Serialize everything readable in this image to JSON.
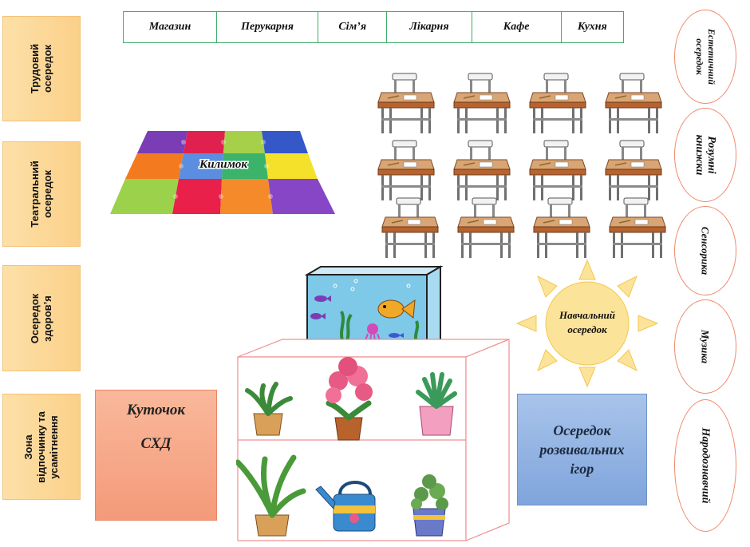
{
  "tabs": [
    "Магазин",
    "Перукарня",
    "Сім’я",
    "Лікарня",
    "Кафе",
    "Кухня"
  ],
  "zones": [
    {
      "line1": "Трудовий",
      "line2": "осередок"
    },
    {
      "line1": "Театральний",
      "line2": "осередок"
    },
    {
      "line1": "Осередок",
      "line2": "здоров’я"
    },
    {
      "line1": "Зона",
      "line2": "відпочинку та",
      "line3": "усамітнення"
    }
  ],
  "ovals": [
    {
      "line1": "Естетичний",
      "line2": "осередок"
    },
    {
      "line1": "Розумні",
      "line2": "книжки"
    },
    {
      "line1": "Сенсорика"
    },
    {
      "line1": "Музика"
    },
    {
      "line1": "Народознавчий"
    }
  ],
  "carpet_label": "Килимок",
  "sun_label": {
    "line1": "Навчальний",
    "line2": "осередок"
  },
  "sxd_box": {
    "line1": "Куточок",
    "line2": "СХД"
  },
  "games_box": {
    "line1": "Осередок",
    "line2": "розвивальних",
    "line3": "ігор"
  },
  "colors": {
    "zone_fill": "#fcd596",
    "tab_border": "#3fae6a",
    "oval_border": "#f08a6a",
    "sxd_fill": "#f6a98a",
    "games_fill": "#95b6e3",
    "sun": "#fbe39a",
    "aquarium_water": "#7ec8e8"
  }
}
